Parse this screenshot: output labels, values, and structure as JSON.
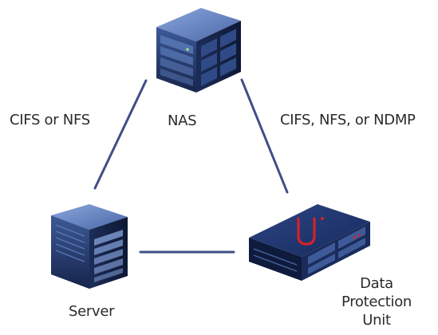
{
  "nodes": {
    "nas": {
      "label": "NAS"
    },
    "server": {
      "label": "Server"
    },
    "dpu": {
      "label": "Data\nProtection\nUnit",
      "logo": "U"
    }
  },
  "links": {
    "server_nas": {
      "label": "CIFS or NFS"
    },
    "nas_dpu": {
      "label": "CIFS, NFS, or NDMP"
    },
    "server_dpu": {
      "label": ""
    }
  },
  "colors": {
    "link_line": "#3f4f86",
    "text": "#2b2b2b",
    "device_dark": "#1a2a52",
    "device_mid": "#3a5590",
    "device_light": "#6f8ec8",
    "logo_red": "#d2232a"
  },
  "icons": [
    "nas-device-icon",
    "server-device-icon",
    "data-protection-unit-icon"
  ]
}
